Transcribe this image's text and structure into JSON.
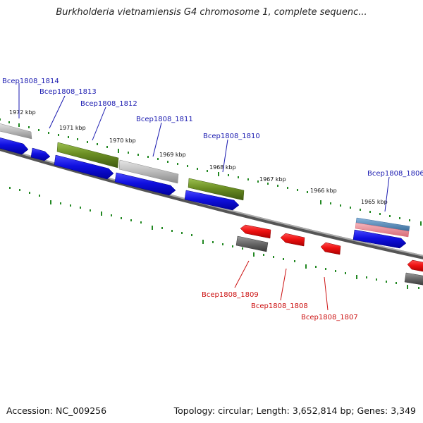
{
  "title": "Burkholderia vietnamiensis G4 chromosome 1, complete sequenc...",
  "footer": {
    "accession": "Accession: NC_009256",
    "summary": "Topology: circular; Length: 3,652,814 bp; Genes: 3,349"
  },
  "kbp_labels": [
    "1972 kbp",
    "1971 kbp",
    "1970 kbp",
    "1969 kbp",
    "1968 kbp",
    "1967 kbp",
    "1966 kbp",
    "1965 kbp"
  ],
  "gene_labels": [
    {
      "text": "Bcep1808_1814",
      "strand": "forward"
    },
    {
      "text": "Bcep1808_1813",
      "strand": "forward"
    },
    {
      "text": "Bcep1808_1812",
      "strand": "forward"
    },
    {
      "text": "Bcep1808_1811",
      "strand": "forward"
    },
    {
      "text": "Bcep1808_1810",
      "strand": "forward"
    },
    {
      "text": "Bcep1808_1806",
      "strand": "forward"
    },
    {
      "text": "Bcep1808_1809",
      "strand": "reverse"
    },
    {
      "text": "Bcep1808_1808",
      "strand": "reverse"
    },
    {
      "text": "Bcep1808_1807",
      "strand": "reverse"
    }
  ],
  "colors": {
    "forward_label": "#1a1ab0",
    "reverse_label": "#cc1111",
    "cds_forward": "#1010e0",
    "cds_reverse": "#ee1111",
    "tick": "#228822",
    "backbone": "#777777",
    "olive": "#6b8e23",
    "gray_feature": "#bbbbbb",
    "dark_gray_feature": "#666666",
    "teal": "#4682b4",
    "pink": "#e88a94"
  }
}
